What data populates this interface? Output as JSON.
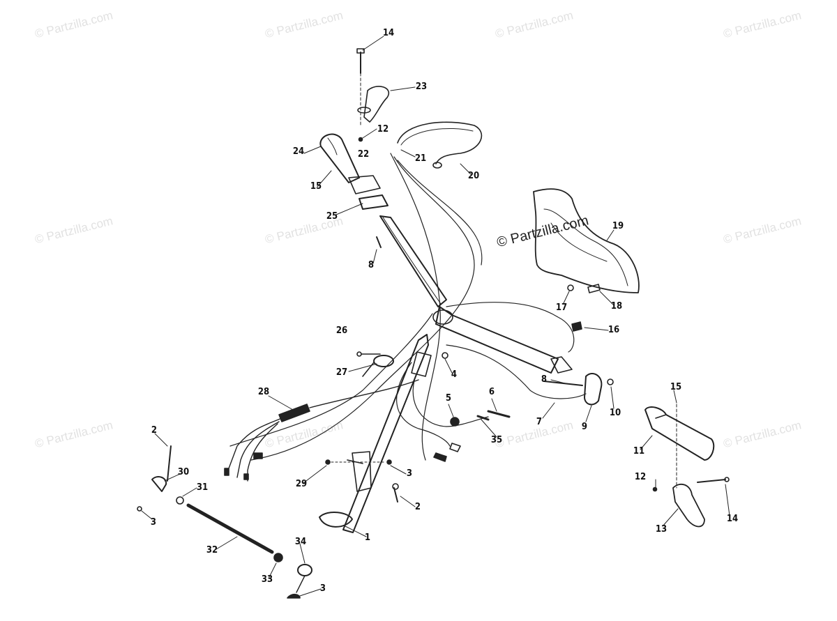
{
  "watermark": {
    "text": "© Partzilla.com",
    "color": "#b5b5b5"
  },
  "center_watermark": "© Partzilla.com",
  "callouts": [
    {
      "id": "c14a",
      "text": "14"
    },
    {
      "id": "c23",
      "text": "23"
    },
    {
      "id": "c12a",
      "text": "12"
    },
    {
      "id": "c24",
      "text": "24"
    },
    {
      "id": "c22",
      "text": "22"
    },
    {
      "id": "c21",
      "text": "21"
    },
    {
      "id": "c20",
      "text": "20"
    },
    {
      "id": "c15a",
      "text": "15"
    },
    {
      "id": "c25",
      "text": "25"
    },
    {
      "id": "c8a",
      "text": "8"
    },
    {
      "id": "c19",
      "text": "19"
    },
    {
      "id": "c17",
      "text": "17"
    },
    {
      "id": "c18",
      "text": "18"
    },
    {
      "id": "c16",
      "text": "16"
    },
    {
      "id": "c26",
      "text": "26"
    },
    {
      "id": "c27",
      "text": "27"
    },
    {
      "id": "c4",
      "text": "4"
    },
    {
      "id": "c28",
      "text": "28"
    },
    {
      "id": "c6",
      "text": "6"
    },
    {
      "id": "c5",
      "text": "5"
    },
    {
      "id": "c8b",
      "text": "8"
    },
    {
      "id": "c10",
      "text": "10"
    },
    {
      "id": "c7",
      "text": "7"
    },
    {
      "id": "c9",
      "text": "9"
    },
    {
      "id": "c35",
      "text": "35"
    },
    {
      "id": "c15b",
      "text": "15"
    },
    {
      "id": "c11",
      "text": "11"
    },
    {
      "id": "c2a",
      "text": "2"
    },
    {
      "id": "c30",
      "text": "30"
    },
    {
      "id": "c31",
      "text": "31"
    },
    {
      "id": "c3a",
      "text": "3"
    },
    {
      "id": "c29",
      "text": "29"
    },
    {
      "id": "c3b",
      "text": "3"
    },
    {
      "id": "c2b",
      "text": "2"
    },
    {
      "id": "c12b",
      "text": "12"
    },
    {
      "id": "c14b",
      "text": "14"
    },
    {
      "id": "c13",
      "text": "13"
    },
    {
      "id": "c1",
      "text": "1"
    },
    {
      "id": "c32",
      "text": "32"
    },
    {
      "id": "c34",
      "text": "34"
    },
    {
      "id": "c33",
      "text": "33"
    },
    {
      "id": "c3c",
      "text": "3"
    }
  ],
  "colors": {
    "ink": "#111111",
    "line": "#333333",
    "background": "#ffffff"
  }
}
